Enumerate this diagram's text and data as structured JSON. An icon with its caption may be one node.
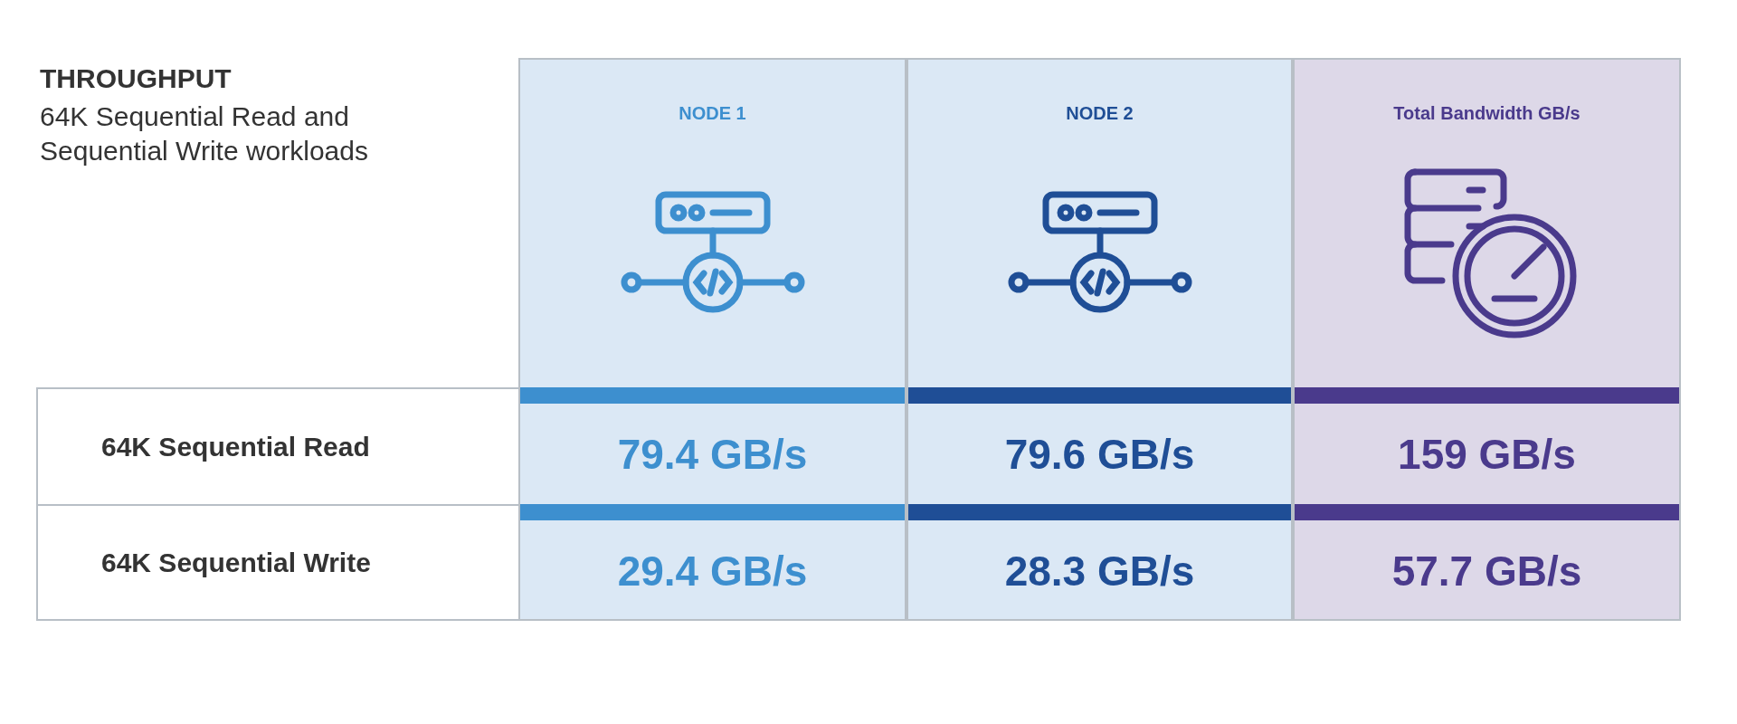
{
  "diagram": {
    "labels": [
      "THROUGHPUT",
      "64K Sequential Read and Sequential Write workloads",
      "NODE 1",
      "NODE 2",
      "Total Bandwidth GB/s",
      "64K Sequential Read",
      "79.4 GB/s",
      "79.6 GB/s",
      "159 GB/s",
      "64K Sequential Write",
      "29.4 GB/s",
      "28.3 GB/s",
      "57.7 GB/s"
    ]
  }
}
